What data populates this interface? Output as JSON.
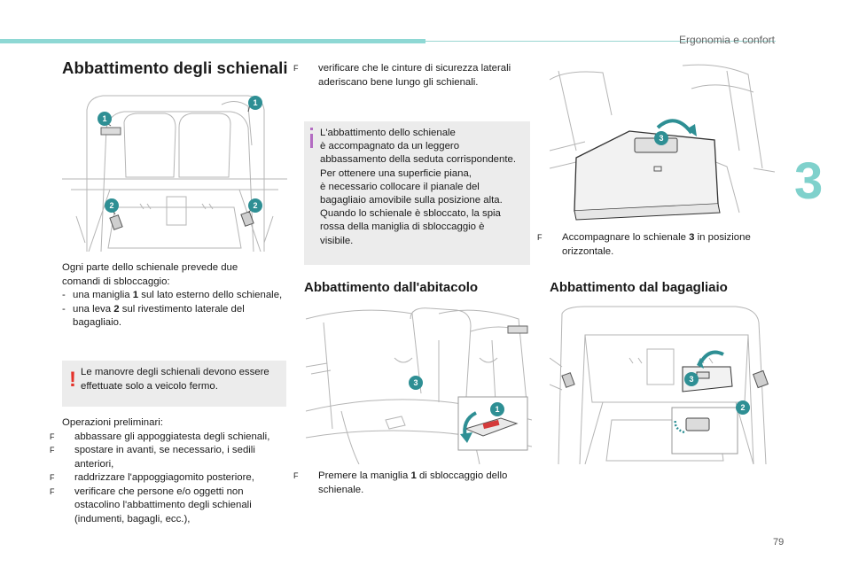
{
  "header": {
    "section_title": "Ergonomia e confort",
    "chapter_number": "3",
    "page_number": "79"
  },
  "icons": {
    "bullet": "F",
    "warning": "!",
    "info": "i"
  },
  "colors": {
    "accent": "#8ed8d4",
    "badge": "#2e8f94",
    "warning": "#e4322b",
    "info": "#b36cc2",
    "box": "#ececec"
  },
  "left": {
    "title": "Abbattimento degli schienali",
    "figure_badges": [
      "1",
      "1",
      "2",
      "2"
    ],
    "intro_1": "Ogni parte dello schienale prevede due",
    "intro_2": "comandi di sbloccaggio:",
    "dash_1_pre": "una maniglia ",
    "dash_1_num": "1",
    "dash_1_post": " sul lato esterno dello schienale,",
    "dash_2_pre": "una leva ",
    "dash_2_num": "2",
    "dash_2_post": " sul rivestimento laterale del bagagliaio.",
    "dash_mark": "-",
    "warning": "Le manovre degli schienali devono essere effettuate solo a veicolo fermo.",
    "prelim_title": "Operazioni preliminari:",
    "bullets": [
      "abbassare gli appoggiatesta degli schienali,",
      "spostare in avanti, se necessario, i sedili anteriori,",
      "raddrizzare l'appoggiagomito posteriore,",
      "verificare che persone e/o oggetti non ostacolino l'abbattimento degli schienali (indumenti, bagagli, ecc.),"
    ]
  },
  "middle": {
    "bullet_top": "verificare che le cinture di sicurezza laterali aderiscano bene lungo gli schienali.",
    "info_lines": [
      "L'abbattimento dello schienale",
      "è accompagnato da un leggero",
      "abbassamento della seduta corrispondente.",
      "Per ottenere una superficie piana,",
      "è necessario collocare il pianale del",
      "bagagliaio amovibile sulla posizione alta.",
      "Quando lo schienale è sbloccato, la spia",
      "rossa della maniglia di sbloccaggio è",
      "visibile."
    ],
    "heading": "Abbattimento dall'abitacolo",
    "figure_badges": [
      "3",
      "1"
    ],
    "step_pre": "Premere la maniglia ",
    "step_num": "1",
    "step_post": " di sbloccaggio dello schienale."
  },
  "right": {
    "figure_top_badges": [
      "3"
    ],
    "step_pre": "Accompagnare lo schienale ",
    "step_num": "3",
    "step_post": " in posizione orizzontale.",
    "heading": "Abbattimento dal bagagliaio",
    "figure_bottom_badges": [
      "3",
      "2"
    ]
  }
}
